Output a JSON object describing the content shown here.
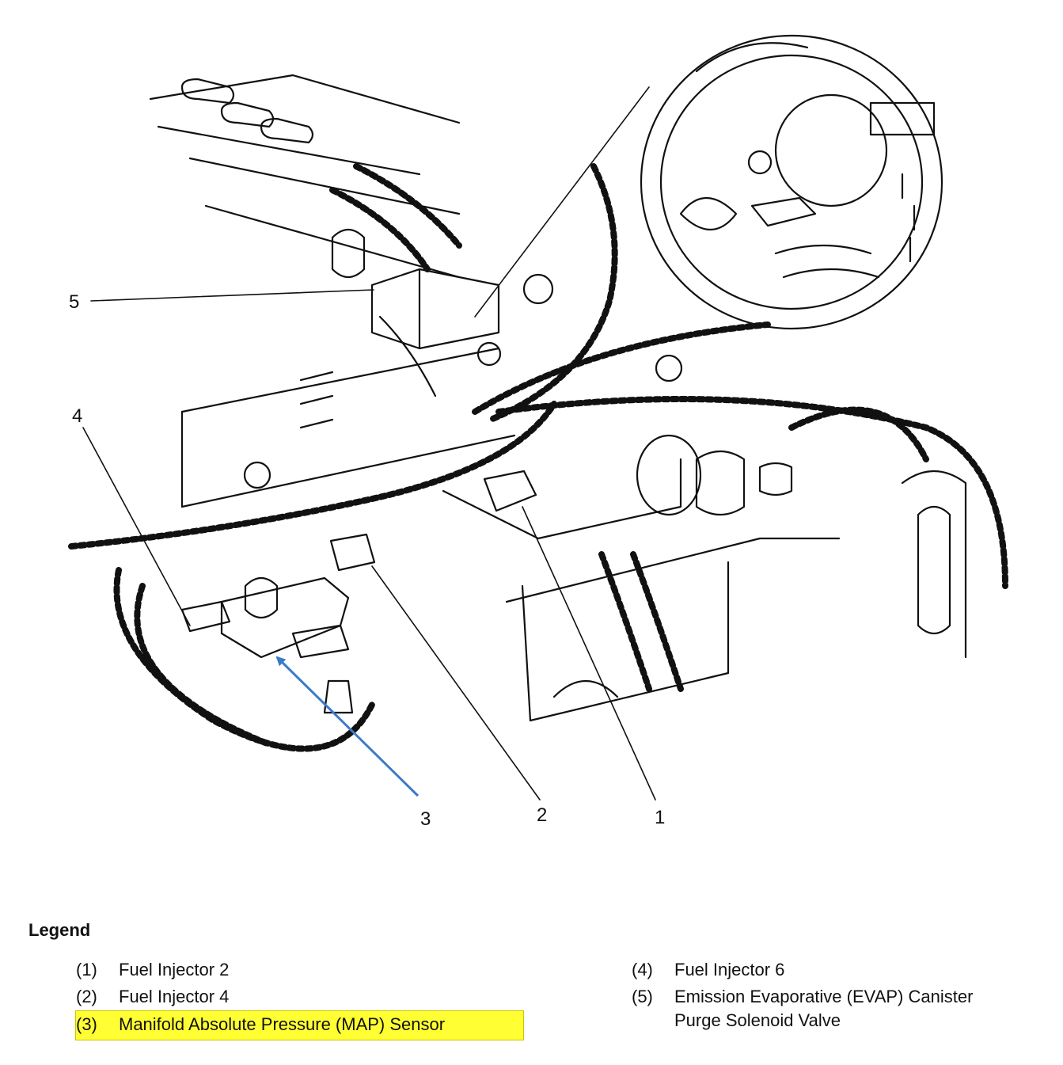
{
  "callouts": [
    "1",
    "2",
    "3",
    "4",
    "5"
  ],
  "highlight_color": "#ffff33",
  "arrow_color": "#3a7bc8",
  "legend": {
    "title": "Legend",
    "items": [
      {
        "num": "(1)",
        "text": "Fuel Injector 2"
      },
      {
        "num": "(2)",
        "text": "Fuel Injector 4"
      },
      {
        "num": "(3)",
        "text": "Manifold Absolute Pressure (MAP) Sensor",
        "highlighted": true
      },
      {
        "num": "(4)",
        "text": "Fuel Injector 6"
      },
      {
        "num": "(5)",
        "text": "Emission Evaporative (EVAP) Canister\nPurge Solenoid Valve"
      }
    ]
  }
}
